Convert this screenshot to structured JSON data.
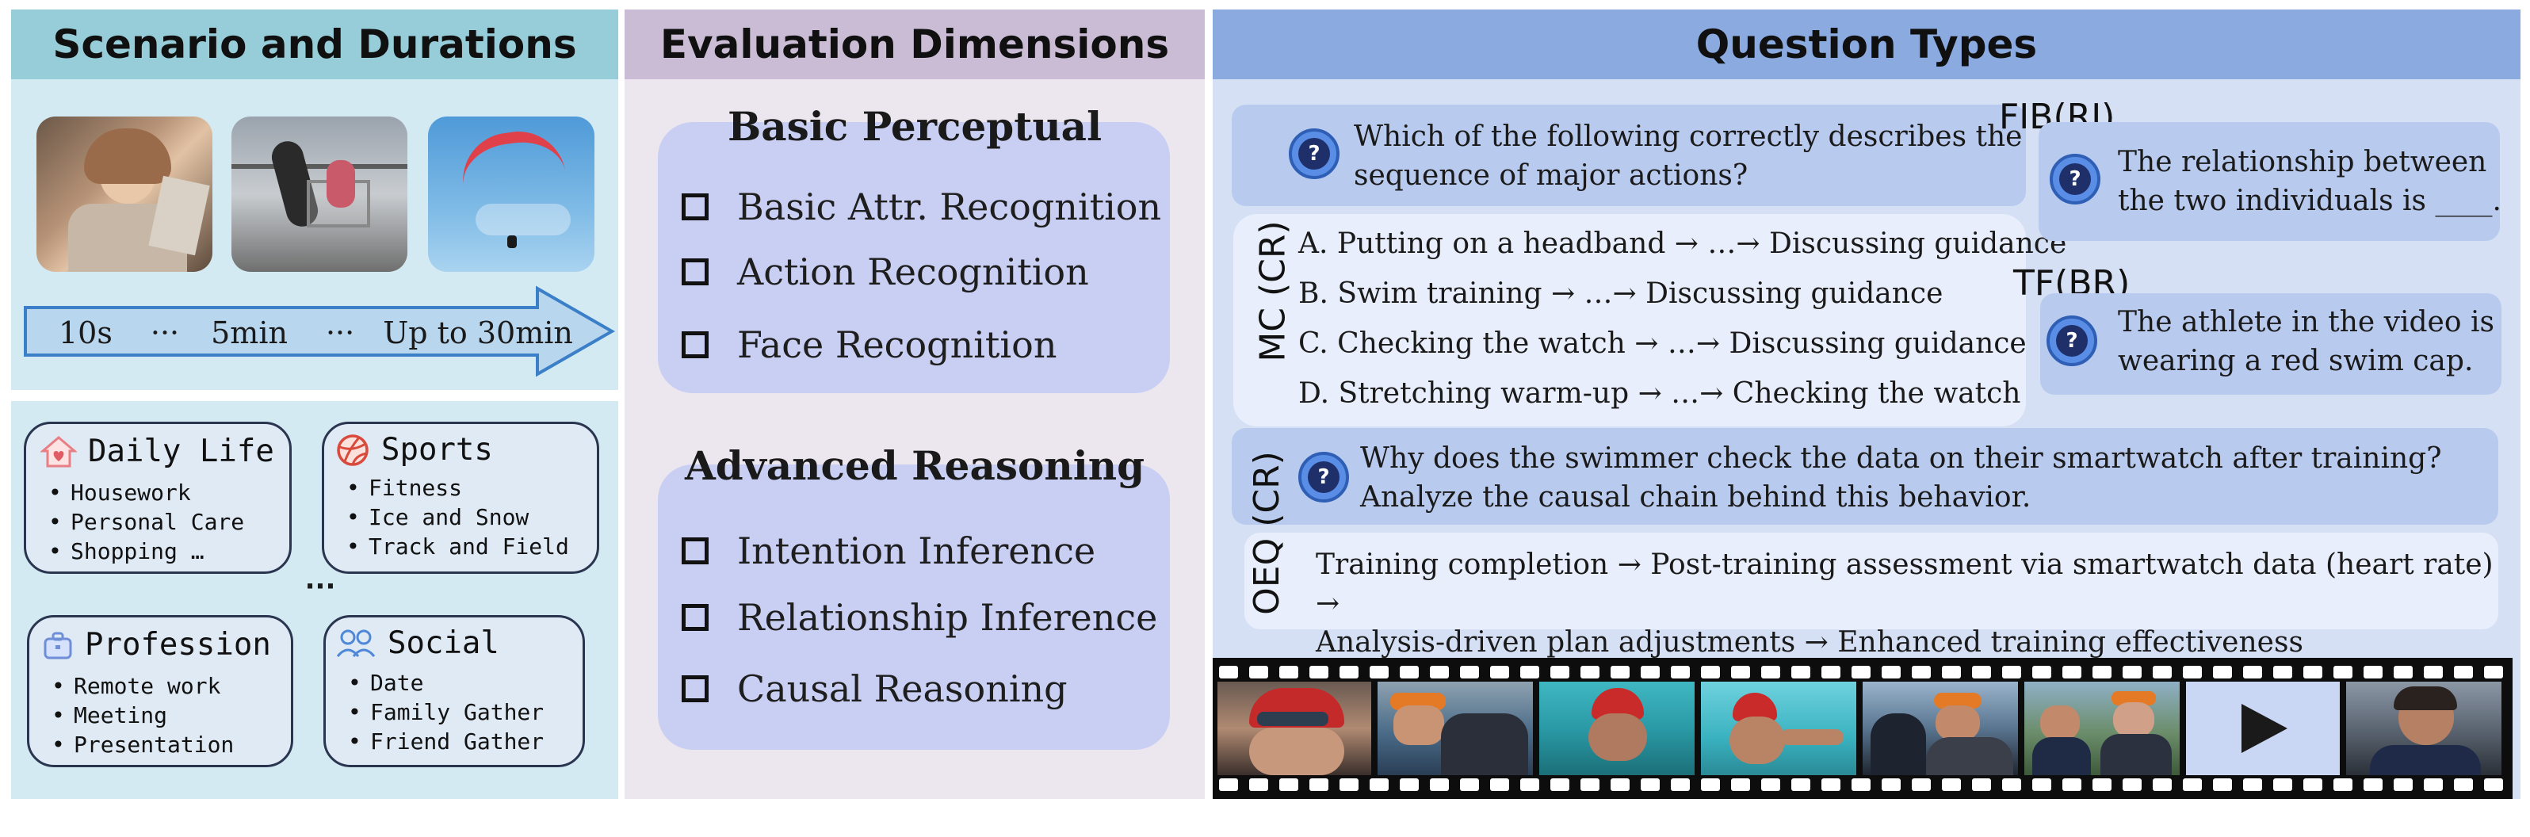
{
  "panels": {
    "left": {
      "title": "Scenario and Durations",
      "header_color": "#96cdd8",
      "durations": [
        "10s",
        "···",
        "5min",
        "···",
        "Up to 30min"
      ],
      "more": "···",
      "categories": [
        {
          "name": "Daily Life",
          "icon": "house-heart-icon",
          "items": [
            "Housework",
            "Personal Care",
            "Shopping …"
          ]
        },
        {
          "name": "Sports",
          "icon": "basketball-icon",
          "items": [
            "Fitness",
            "Ice and Snow",
            "Track and Field"
          ]
        },
        {
          "name": "Profession",
          "icon": "briefcase-icon",
          "items": [
            "Remote work",
            "Meeting",
            "Presentation"
          ]
        },
        {
          "name": "Social",
          "icon": "people-icon",
          "items": [
            "Date",
            "Family Gather",
            "Friend Gather"
          ]
        }
      ]
    },
    "middle": {
      "title": "Evaluation Dimensions",
      "header_color": "#cbbcd6",
      "groups": [
        {
          "title": "Basic Perceptual",
          "items": [
            "Basic Attr. Recognition",
            "Action Recognition",
            "Face Recognition"
          ]
        },
        {
          "title": "Advanced Reasoning",
          "items": [
            "Intention Inference",
            "Relationship Inference",
            "Causal Reasoning"
          ]
        }
      ]
    },
    "right": {
      "title": "Question Types",
      "header_color": "#8aaae0",
      "mc": {
        "label": "MC (CR)",
        "question": [
          "Which of the following correctly describes the",
          "sequence of major actions?"
        ],
        "options": [
          "A. Putting on a headband → …→ Discussing guidance",
          "B. Swim training → …→ Discussing guidance",
          "C. Checking the watch → …→ Discussing guidance",
          "D. Stretching warm-up → …→ Checking the watch"
        ]
      },
      "fib": {
        "label": "FIB(RI)",
        "question": [
          "The relationship between",
          "the two individuals is ____."
        ]
      },
      "tf": {
        "label": "TF(BR)",
        "question": [
          "The athlete in the video is",
          "wearing a red swim cap."
        ]
      },
      "oeq": {
        "label": "OEQ (CR)",
        "question": [
          "Why does the swimmer check the data on their smartwatch after training?",
          "Analyze the causal chain behind this behavior."
        ],
        "answer": [
          "Training completion → Post-training assessment via smartwatch data (heart rate) →",
          "Analysis-driven plan adjustments → Enhanced training effectiveness"
        ]
      },
      "question_icon": "question-bubble-icon",
      "play_icon": "play-icon"
    }
  }
}
